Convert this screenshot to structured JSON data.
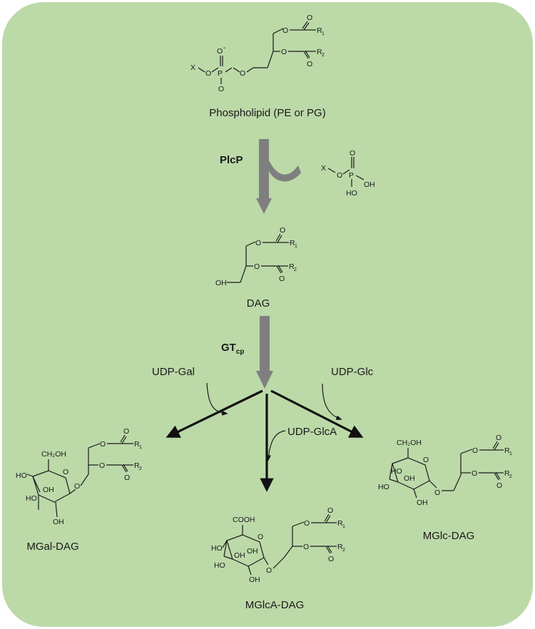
{
  "labels": {
    "phospholipid": "Phospholipid (PE or PG)",
    "dag": "DAG",
    "plcp": "PlcP",
    "gt_main": "GT",
    "gt_sub": "cp",
    "udp_gal": "UDP-Gal",
    "udp_glc": "UDP-Glc",
    "udp_glca": "UDP-GlcA",
    "mgal_dag": "MGal-DAG",
    "mglc_dag": "MGlc-DAG",
    "mglca_dag": "MGlcA-DAG"
  },
  "atoms": {
    "x": "X",
    "o": "O",
    "o_minus": "O",
    "minus": "-",
    "p": "P",
    "oh": "OH",
    "ho": "HO",
    "r": "R",
    "sub1": "1",
    "sub2": "2",
    "ch2oh": "CH₂OH",
    "cooh": "COOH"
  },
  "colors": {
    "background": "#bcd9a8",
    "gray_arrow": "#7f7f7f",
    "black_arrow": "#111111"
  }
}
